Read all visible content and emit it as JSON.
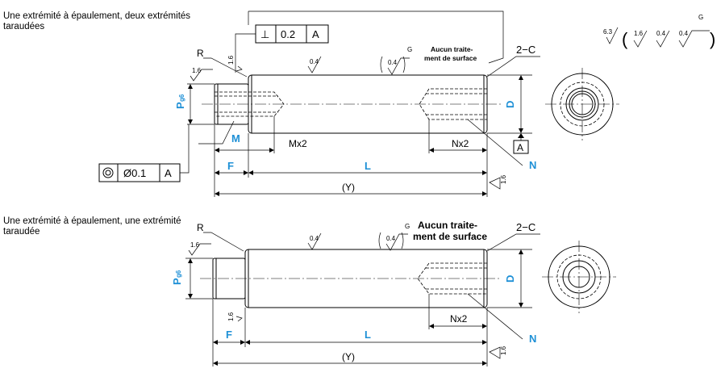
{
  "diagram1": {
    "caption": "Une extrémité à épaulement, deux extrémités taraudées",
    "R": "R",
    "perp_symbol": "⊥",
    "perp_tol": "0.2",
    "perp_datum": "A",
    "conc_tol": "Ø0.1",
    "conc_datum": "A",
    "datum_label": "A",
    "no_treatment": "Aucun traitement de surface",
    "no_treatment_line1": "Aucun traite-",
    "no_treatment_line2": "ment de surface",
    "chamfer": "2−C",
    "P": "P",
    "P_sub": "g6",
    "D": "D",
    "M": "M",
    "Mx2": "Mx2",
    "Nx2": "Nx2",
    "N": "N",
    "F": "F",
    "L": "L",
    "Y": "(Y)",
    "ra_16": "1.6",
    "ra_04": "0.4",
    "G": "G"
  },
  "diagram2": {
    "caption": "Une extrémité à épaulement, une extrémité taraudée",
    "R": "R",
    "no_treatment_line1": "Aucun traite-",
    "no_treatment_line2": "ment de surface",
    "chamfer": "2−C",
    "P": "P",
    "P_sub": "g6",
    "D": "D",
    "Nx2": "Nx2",
    "N": "N",
    "F": "F",
    "L": "L",
    "Y": "(Y)",
    "ra_16": "1.6",
    "ra_04": "0.4",
    "G": "G"
  },
  "roughness_legend": {
    "main": "6.3",
    "v1": "1.6",
    "v2": "0.4",
    "v3": "0.4",
    "G": "G",
    "open": "(",
    "close": ")"
  }
}
